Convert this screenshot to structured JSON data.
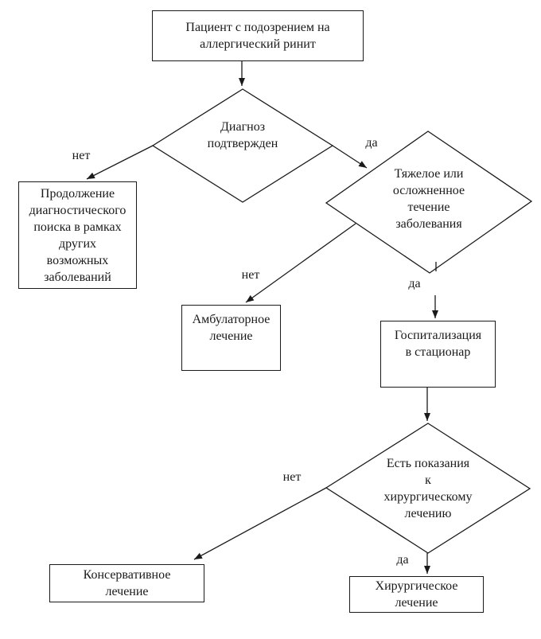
{
  "diagram": {
    "type": "flowchart",
    "language": "ru",
    "nodes": {
      "patient": {
        "label": "Пациент с подозрением на\nаллергический ринит"
      },
      "diagnosis_confirmed": {
        "label": "Диагноз\nподтвержден"
      },
      "continue_search": {
        "label": "Продолжение\nдиагностического\nпоиска в рамках\nдругих\nвозможных\nзаболеваний"
      },
      "severe_course": {
        "label": "Тяжелое или\nосложненное\nтечение\nзаболевания"
      },
      "outpatient": {
        "label": "Амбулаторное\nлечение"
      },
      "hospitalization": {
        "label": "Госпитализация\nв стационар"
      },
      "surgery_indication": {
        "label": "Есть показания\nк\nхирургическому\nлечению"
      },
      "conservative": {
        "label": "Консервативное\nлечение"
      },
      "surgical": {
        "label": "Хирургическое\nлечение"
      }
    },
    "edges": {
      "diagnosis_no": "нет",
      "diagnosis_yes": "да",
      "severe_no": "нет",
      "severe_yes": "да",
      "surgery_no": "нет",
      "surgery_yes": "да"
    },
    "colors": {
      "background": "#ffffff",
      "line": "#1a1a1a",
      "text": "#1a1a1a"
    }
  }
}
